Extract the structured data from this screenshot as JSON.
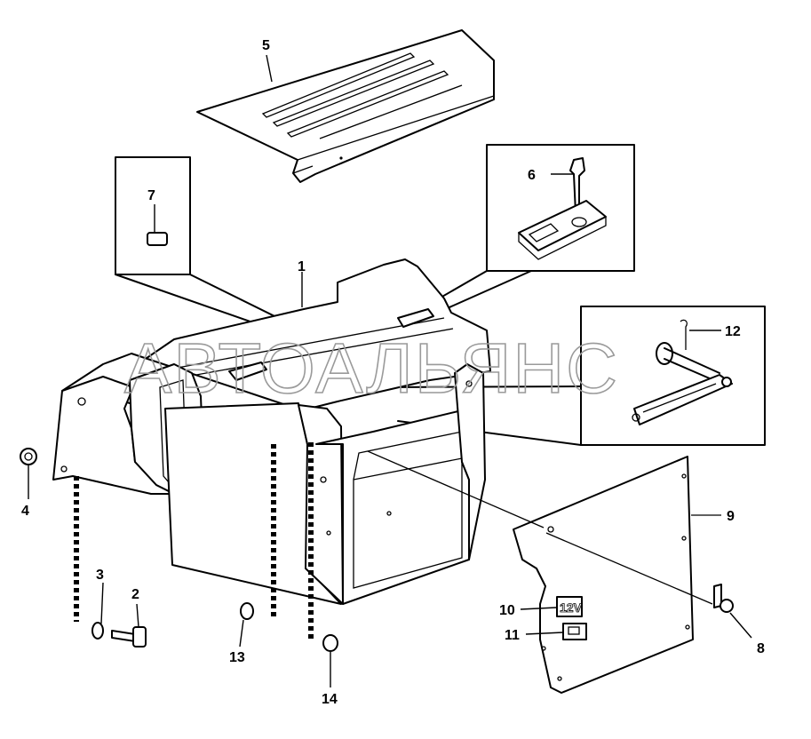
{
  "watermark": "АВТОАЛЬЯНС",
  "labels": {
    "l1": "1",
    "l2": "2",
    "l3": "3",
    "l4": "4",
    "l5": "5",
    "l6": "6",
    "l7": "7",
    "l8": "8",
    "l9": "9",
    "l10": "10",
    "l11": "11",
    "l12": "12",
    "l13": "13",
    "l14": "14"
  },
  "decal_12v": "12V"
}
